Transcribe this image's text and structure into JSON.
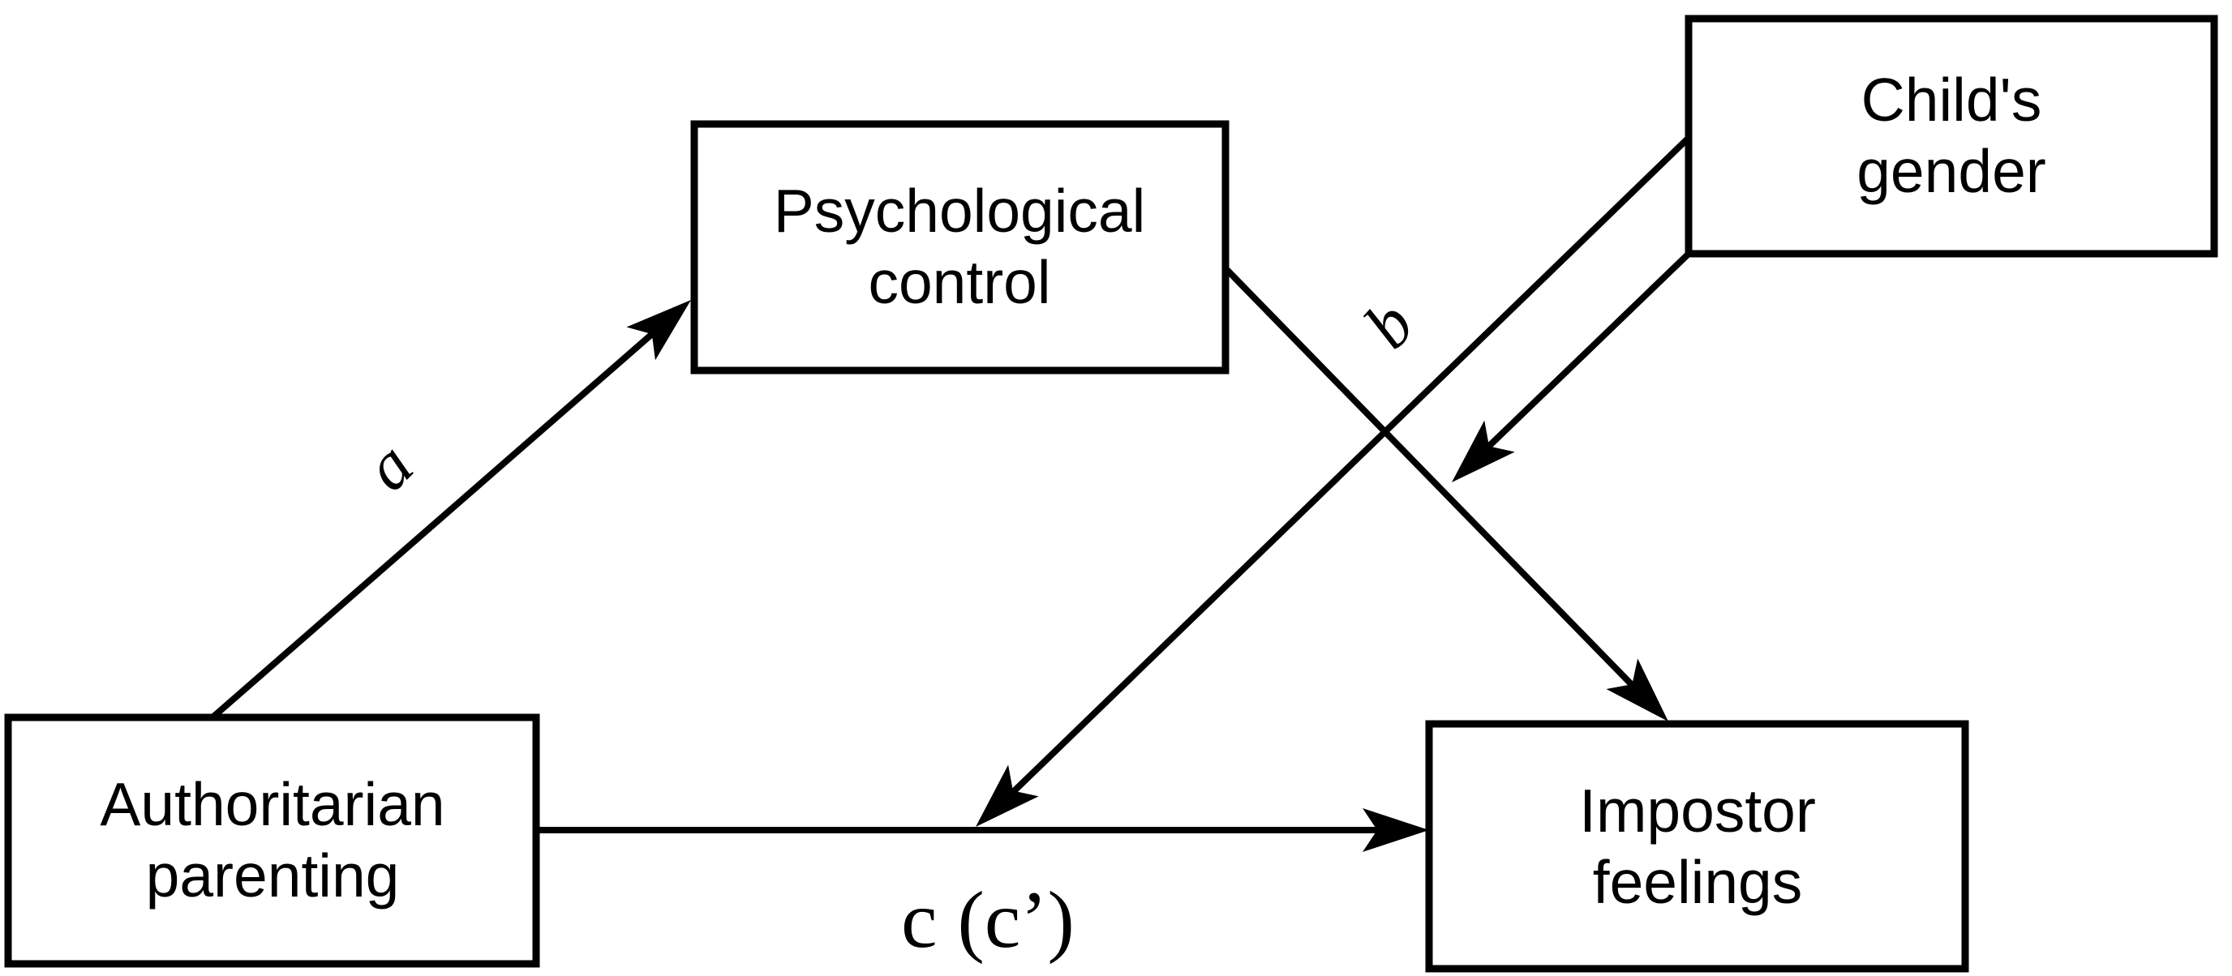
{
  "figure": {
    "background": "#ffffff",
    "ink_color": "#000000",
    "nodes": {
      "psychological_control": {
        "line1": "Psychological",
        "line2": "control"
      },
      "childs_gender": {
        "line1": "Child's",
        "line2": "gender"
      },
      "authoritarian_parenting": {
        "line1": "Authoritarian",
        "line2": "parenting"
      },
      "impostor_feelings": {
        "line1": "Impostor",
        "line2": "feelings"
      }
    },
    "path_labels": {
      "a": "a",
      "b": "b",
      "c": "c (c’)"
    },
    "edges": [
      {
        "from": "Authoritarian parenting",
        "to": "Psychological control",
        "label": "a"
      },
      {
        "from": "Psychological control",
        "to": "Impostor feelings",
        "label": "b"
      },
      {
        "from": "Authoritarian parenting",
        "to": "Impostor feelings",
        "label": "c (c’)"
      },
      {
        "from": "Child's gender",
        "to": "path b",
        "label": ""
      },
      {
        "from": "Child's gender",
        "to": "path c (c’)",
        "label": ""
      }
    ]
  }
}
